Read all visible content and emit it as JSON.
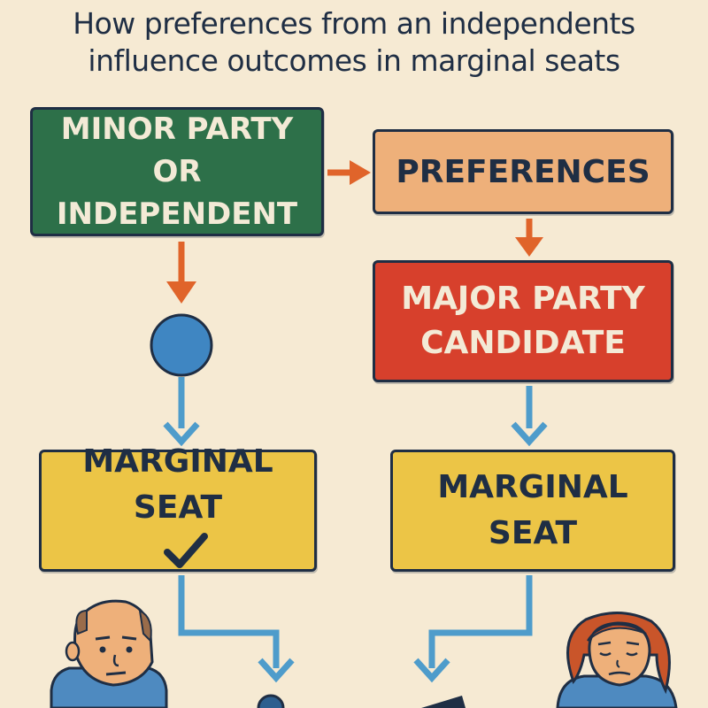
{
  "title": {
    "line1": "How preferences from an independents",
    "line2": "influence outcomes in marginal seats"
  },
  "nodes": {
    "minor_party": {
      "line1": "MINOR PARTY",
      "line2": "OR INDEPENDENT"
    },
    "preferences": {
      "label": "PREFERENCES"
    },
    "major_party": {
      "line1": "MAJOR PARTY",
      "line2": "CANDIDATE"
    },
    "marginal_seat_left": {
      "line1": "MARGINAL",
      "line2": "SEAT"
    },
    "marginal_seat_right": {
      "line1": "MARGINAL",
      "line2": "SEAT"
    }
  },
  "icons": [
    "check-icon",
    "man-icon",
    "woman-icon"
  ],
  "colors": {
    "background": "#f6ead3",
    "outline": "#1f2e44",
    "minor_party": "#2d7049",
    "preferences": "#eeb07a",
    "major_party": "#d7402c",
    "marginal_seat": "#ecc546",
    "orange_arrow": "#e0642a",
    "blue_arrow": "#4e9ccb",
    "circle": "#3f86c2"
  }
}
